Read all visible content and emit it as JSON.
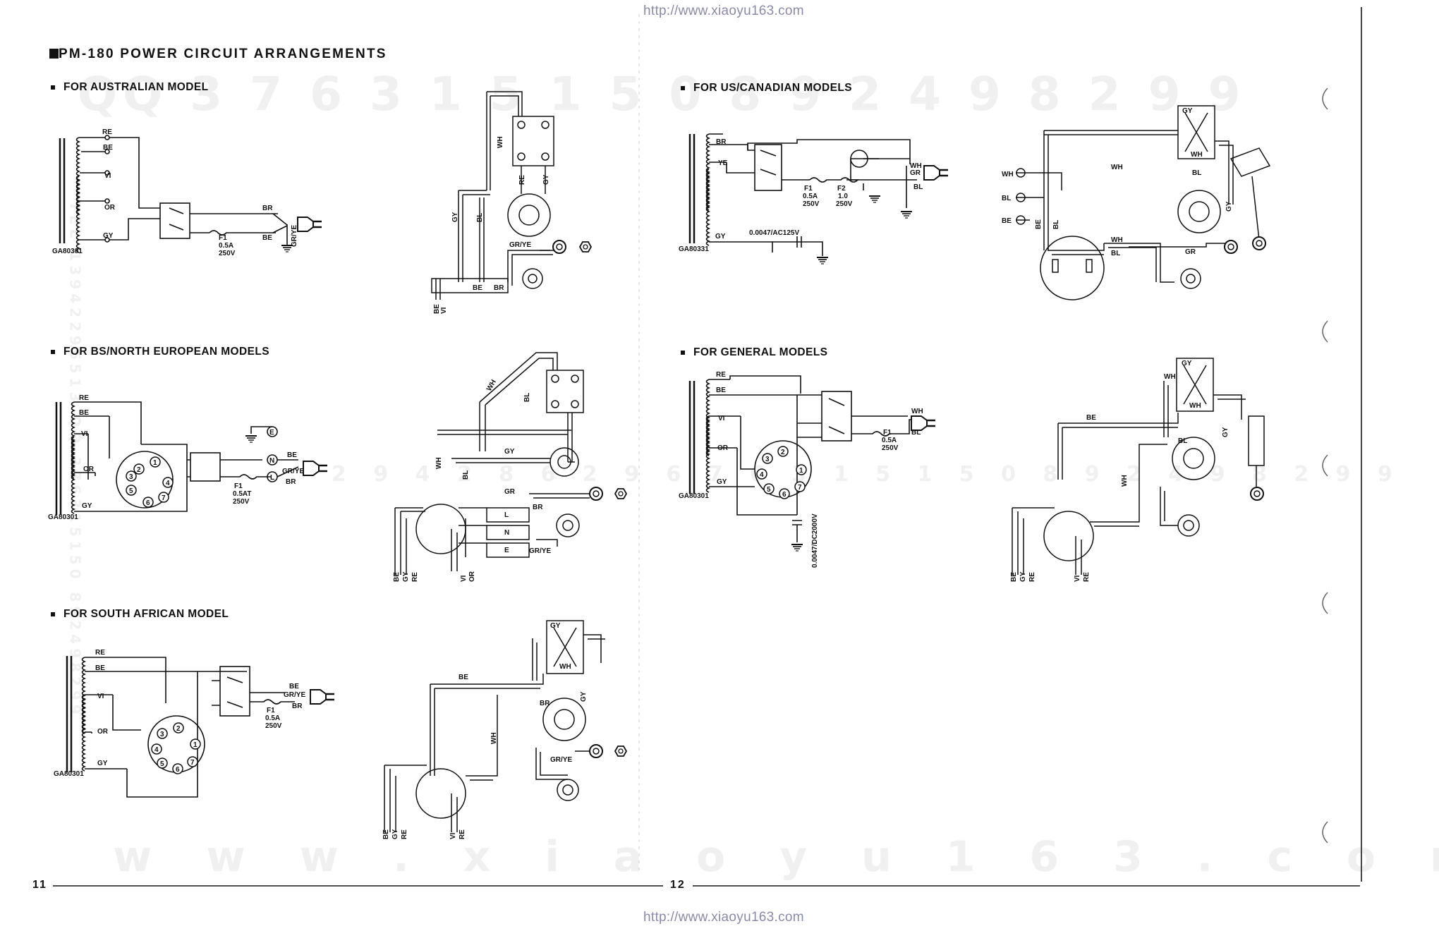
{
  "header": {
    "url_top": "http://www.xiaoyu163.com",
    "url_bottom": "http://www.xiaoyu163.com",
    "title": "PM-180  POWER  CIRCUIT  ARRANGEMENTS"
  },
  "watermark": {
    "qq_line": "QQ 3 7 6 3 1 5 1 5 0    8 9 2 4 9 8 2 9 9",
    "middle_line": "2 9 4 2 8 6 2 9 6 7 6 3 1 5 1 5 0  8 9 2 4 9 8 2 9 9",
    "site_line": "w w w . x i a o y u 1 6 3 . c o m",
    "side_line": "TEL 13942296513  QQ 376315150  892498299"
  },
  "sections": {
    "australian": "FOR AUSTRALIAN MODEL",
    "us_canadian": "FOR US/CANADIAN MODELS",
    "bs_north_european": "FOR BS/NORTH EUROPEAN MODELS",
    "general": "FOR GENERAL MODELS",
    "south_african": "FOR SOUTH AFRICAN MODEL"
  },
  "labels": {
    "RE": "RE",
    "BE": "BE",
    "VI": "VI",
    "OR": "OR",
    "GY": "GY",
    "BR": "BR",
    "YE": "YE",
    "WH": "WH",
    "BL": "BL",
    "GR": "GR",
    "GRYE": "GR/YE",
    "E": "E",
    "N": "N",
    "L": "L",
    "transformer_au": "GA80301",
    "transformer_us": "GA80331",
    "F1": "F1",
    "F2": "F2",
    "fuse_05A": "0.5A",
    "fuse_05AT": "0.5AT",
    "fuse_10": "1.0",
    "v250": "250V",
    "cap_ac": "0.0047/AC125V",
    "cap_dc": "0.0047/DC2000V",
    "pin1": "1",
    "pin2": "2",
    "pin3": "3",
    "pin4": "4",
    "pin5": "5",
    "pin6": "6",
    "pin7": "7"
  },
  "pages": {
    "left": "11",
    "right": "12"
  }
}
